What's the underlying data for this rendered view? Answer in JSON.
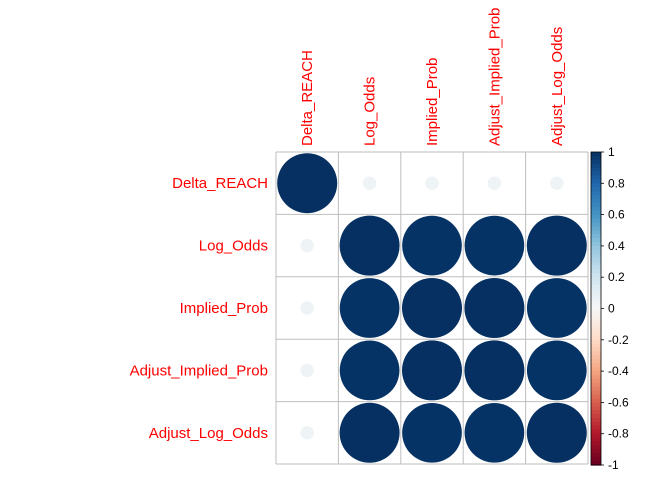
{
  "chart_data": {
    "type": "heatmap",
    "variables": [
      "Delta_REACH",
      "Log_Odds",
      "Implied_Prob",
      "Adjust_Implied_Prob",
      "Adjust_Log_Odds"
    ],
    "matrix": [
      [
        1.0,
        0.05,
        0.05,
        0.05,
        0.05
      ],
      [
        0.05,
        1.0,
        0.99,
        0.99,
        1.0
      ],
      [
        0.05,
        0.99,
        1.0,
        1.0,
        0.99
      ],
      [
        0.05,
        0.99,
        1.0,
        1.0,
        0.99
      ],
      [
        0.05,
        1.0,
        0.99,
        0.99,
        1.0
      ]
    ],
    "colorbar": {
      "ticks": [
        "1",
        "0.8",
        "0.6",
        "0.4",
        "0.2",
        "0",
        "-0.2",
        "-0.4",
        "-0.6",
        "-0.8",
        "-1"
      ],
      "range": [
        -1,
        1
      ]
    },
    "colors": {
      "label": "#ff0000",
      "grid": "#bebebe",
      "positive": "#053061",
      "neutral": "#f7f7f7",
      "negative": "#67001f"
    },
    "grid": true,
    "legend": "right"
  }
}
